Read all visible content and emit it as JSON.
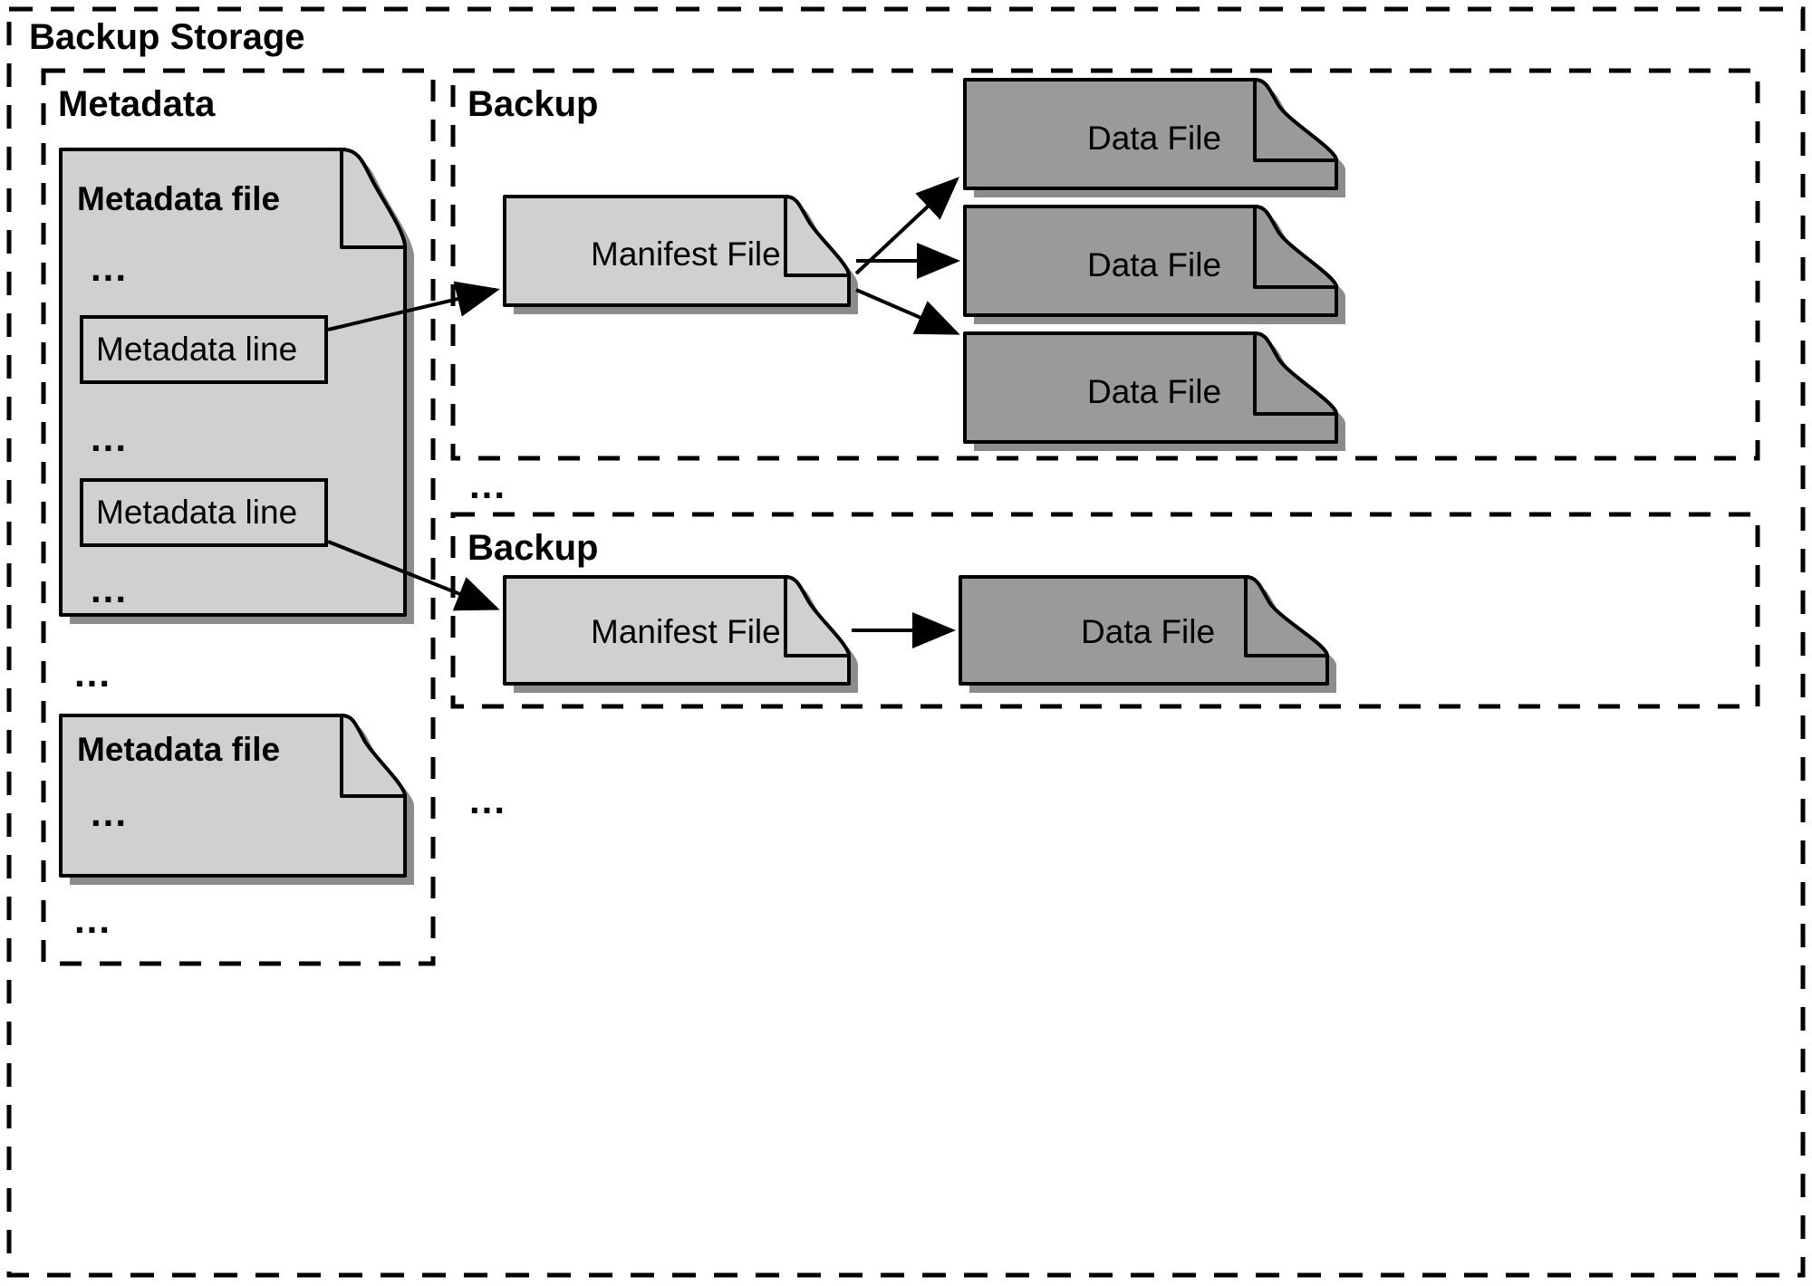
{
  "diagram": {
    "title": "Backup Storage",
    "outer_container": {
      "label": "Backup Storage",
      "border_style": "dashed",
      "border_color": "#000000"
    },
    "colors": {
      "light_file_fill": "#d0d0d0",
      "dark_file_fill": "#9a9a9a",
      "stroke": "#000000",
      "shadow": "#7f7f7f",
      "background": "#ffffff"
    },
    "metadata_group": {
      "label": "Metadata",
      "files": [
        {
          "title": "Metadata file",
          "rows": [
            {
              "kind": "ellipsis",
              "text": "..."
            },
            {
              "kind": "line",
              "text": "Metadata line"
            },
            {
              "kind": "ellipsis",
              "text": "..."
            },
            {
              "kind": "line",
              "text": "Metadata line"
            },
            {
              "kind": "ellipsis",
              "text": "..."
            }
          ]
        },
        {
          "title": "Metadata file",
          "rows": [
            {
              "kind": "ellipsis",
              "text": "..."
            }
          ]
        }
      ],
      "between_files_ellipsis": "...",
      "trailing_ellipsis": "..."
    },
    "backup_groups": [
      {
        "label": "Backup",
        "manifest": {
          "label": "Manifest File"
        },
        "data_files": [
          {
            "label": "Data File"
          },
          {
            "label": "Data File"
          },
          {
            "label": "Data File"
          }
        ]
      },
      {
        "label": "Backup",
        "manifest": {
          "label": "Manifest File"
        },
        "data_files": [
          {
            "label": "Data File"
          }
        ]
      }
    ],
    "between_backups_ellipsis": "...",
    "trailing_backups_ellipsis": "...",
    "arrows": [
      {
        "from": "metadata-line-1",
        "to": "manifest-file-1"
      },
      {
        "from": "metadata-line-2",
        "to": "manifest-file-2"
      },
      {
        "from": "manifest-file-1",
        "to": "data-file-1-1"
      },
      {
        "from": "manifest-file-1",
        "to": "data-file-1-2"
      },
      {
        "from": "manifest-file-1",
        "to": "data-file-1-3"
      },
      {
        "from": "manifest-file-2",
        "to": "data-file-2-1"
      }
    ]
  }
}
